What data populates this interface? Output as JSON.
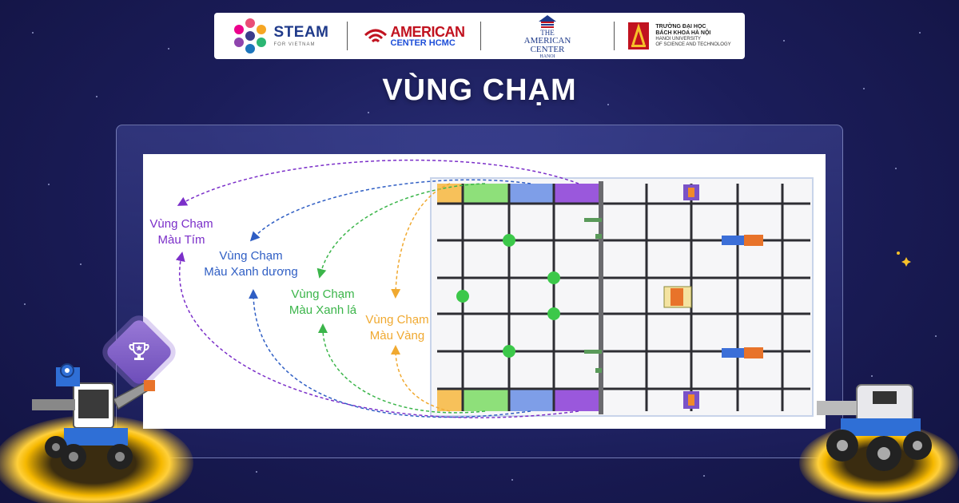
{
  "logos": {
    "steam_title": "STEAM",
    "steam_sub": "FOR VIETNAM",
    "ac_title": "AMERICAN",
    "ac_sub": "CENTER HCMC",
    "ach_line1": "THE",
    "ach_line2": "AMERICAN",
    "ach_line3": "CENTER",
    "ach_line4": "HANOI",
    "bk_line1": "TRƯỜNG ĐẠI HỌC",
    "bk_line2": "BÁCH KHOA HÀ NỘI",
    "bk_line3": "HANOI UNIVERSITY",
    "bk_line4": "OF SCIENCE AND TECHNOLOGY"
  },
  "title": "VÙNG CHẠM",
  "zones": [
    {
      "line1": "Vùng Chạm",
      "line2": "Màu Tím",
      "color": "#7b2fc9"
    },
    {
      "line1": "Vùng Chạm",
      "line2": "Màu Xanh dương",
      "color": "#2f5ec4"
    },
    {
      "line1": "Vùng Chạm",
      "line2": "Màu Xanh lá",
      "color": "#3bb54a"
    },
    {
      "line1": "Vùng Chạm",
      "line2": "Màu Vàng",
      "color": "#f0a930"
    }
  ],
  "colors": {
    "yellow": "#f7c15a",
    "green": "#8ee07a",
    "blue": "#7e9ee8",
    "purple": "#9a58dc",
    "background": "#1b1d5a",
    "glow": "#f5b800"
  },
  "icons": {
    "badge": "trophy-icon",
    "star": "sparkle-icon"
  }
}
